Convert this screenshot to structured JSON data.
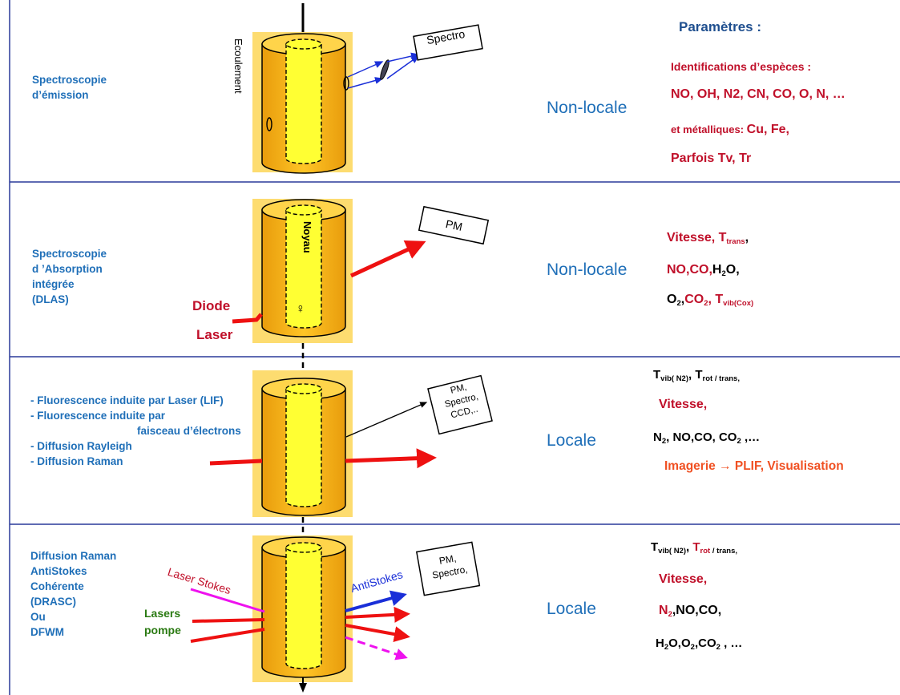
{
  "header": {
    "title": "Paramètres :"
  },
  "rows": [
    {
      "method_lines": [
        "Spectroscopie",
        "d’émission"
      ],
      "locality": "Non-locale",
      "device_label": "Spectro",
      "side_label": "Ecoulement"
    },
    {
      "method_lines": [
        "Spectroscopie",
        "d ’Absorption",
        "intégrée",
        "(DLAS)"
      ],
      "locality": "Non-locale",
      "device_label": "PM",
      "core_label": "Noyau",
      "laser_label_1": "Diode",
      "laser_label_2": "Laser",
      "symbol": "♀"
    },
    {
      "method_lines": [
        "- Fluorescence induite par Laser (LIF)",
        "- Fluorescence induite par",
        "faisceau d’électrons",
        "- Diffusion Rayleigh",
        "- Diffusion Raman"
      ],
      "locality": "Locale",
      "device_lines": [
        "PM,",
        "Spectro,",
        "CCD,.."
      ]
    },
    {
      "method_lines": [
        "Diffusion Raman",
        "AntiStokes",
        "Cohérente",
        "(DRASC)",
        "Ou",
        "DFWM"
      ],
      "locality": "Locale",
      "device_lines": [
        "PM,",
        "Spectro,"
      ],
      "stokes_label": "Laser Stokes",
      "antistokes_label": "AntiStokes",
      "pump_label_1": "Lasers",
      "pump_label_2": "pompe"
    }
  ],
  "params": {
    "r1": {
      "l1": "Identifications d’espèces :",
      "l2": "NO, OH, N2, CN, CO, O, N, …",
      "l3a": "et métalliques: ",
      "l3b": "Cu, Fe,",
      "l4": "Parfois Tv, Tr"
    },
    "r2": {
      "l1a": "Vitesse, ",
      "l1b": "T",
      "l1b_sub": "trans",
      "l1c": ",",
      "l2a": "NO,CO,",
      "l2b": "H",
      "l2b_sub": "2",
      "l2c": "O,",
      "l3a": "O",
      "l3a_sub": "2",
      "l3b": ",",
      "l3c": "CO",
      "l3c_sub": "2",
      "l3d": ", ",
      "l3e": "T",
      "l3e_sub": "vib(Cox)"
    },
    "r3": {
      "l1a": "T",
      "l1a_sub": "vib( N2)",
      "l1b": ", T",
      "l1b_sub": "rot / trans,",
      "l2": "Vitesse,",
      "l3a": "N",
      "l3a_sub": "2",
      "l3b": ", NO,CO, CO",
      "l3b_sub": "2",
      "l3c": " ,…",
      "l4a": "Imagerie ",
      "l4arrow": "→",
      "l4b": " PLIF, Visualisation"
    },
    "r4": {
      "l1a": "T",
      "l1a_sub": "vib( N2)",
      "l1b": ", ",
      "l1c": "T",
      "l1c_sub": "rot",
      "l1d_sub": " / trans,",
      "l2": "Vitesse,",
      "l3a": "N",
      "l3a_sub": "2",
      "l3b": ",NO,CO,",
      "l4a": "H",
      "l4a_sub": "2",
      "l4b": "O,O",
      "l4b_sub": "2",
      "l4c": ",CO",
      "l4c_sub": "2",
      "l4d": " , …"
    }
  },
  "colors": {
    "cylinder_outer": "#f7b512",
    "cylinder_inner": "#ffff33",
    "backdrop": "#fddc70",
    "method_text": "#1f6fb8",
    "param_red": "#c0102a",
    "param_orange": "#f05022",
    "divider": "#2a3a9a"
  }
}
